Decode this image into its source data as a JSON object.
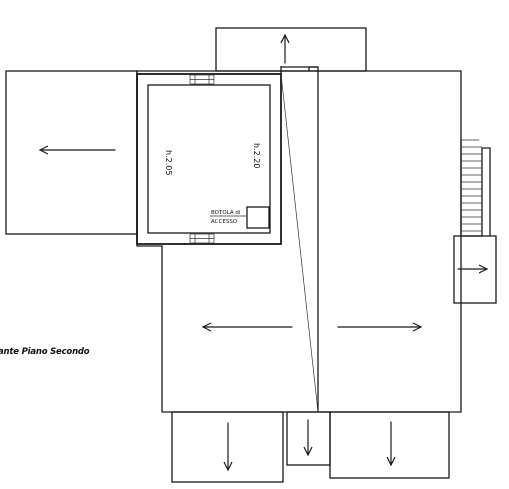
{
  "plan": {
    "caption": "ante Piano Secondo",
    "height_left": "h.2.05",
    "height_right": "h.2.20",
    "access_hatch_line1": "BOTOLA di",
    "access_hatch_line2": "ACCESSO"
  },
  "arrows": [
    {
      "name": "arrow-left-slope",
      "direction": "left"
    },
    {
      "name": "arrow-top-slope",
      "direction": "up"
    },
    {
      "name": "arrow-center-left",
      "direction": "left"
    },
    {
      "name": "arrow-center-right",
      "direction": "right"
    },
    {
      "name": "arrow-stair-landing",
      "direction": "right"
    },
    {
      "name": "arrow-bottom-left",
      "direction": "down"
    },
    {
      "name": "arrow-bottom-middle",
      "direction": "down"
    },
    {
      "name": "arrow-bottom-right",
      "direction": "down"
    }
  ],
  "colors": {
    "line": "#1a1a1a",
    "background": "#ffffff"
  }
}
